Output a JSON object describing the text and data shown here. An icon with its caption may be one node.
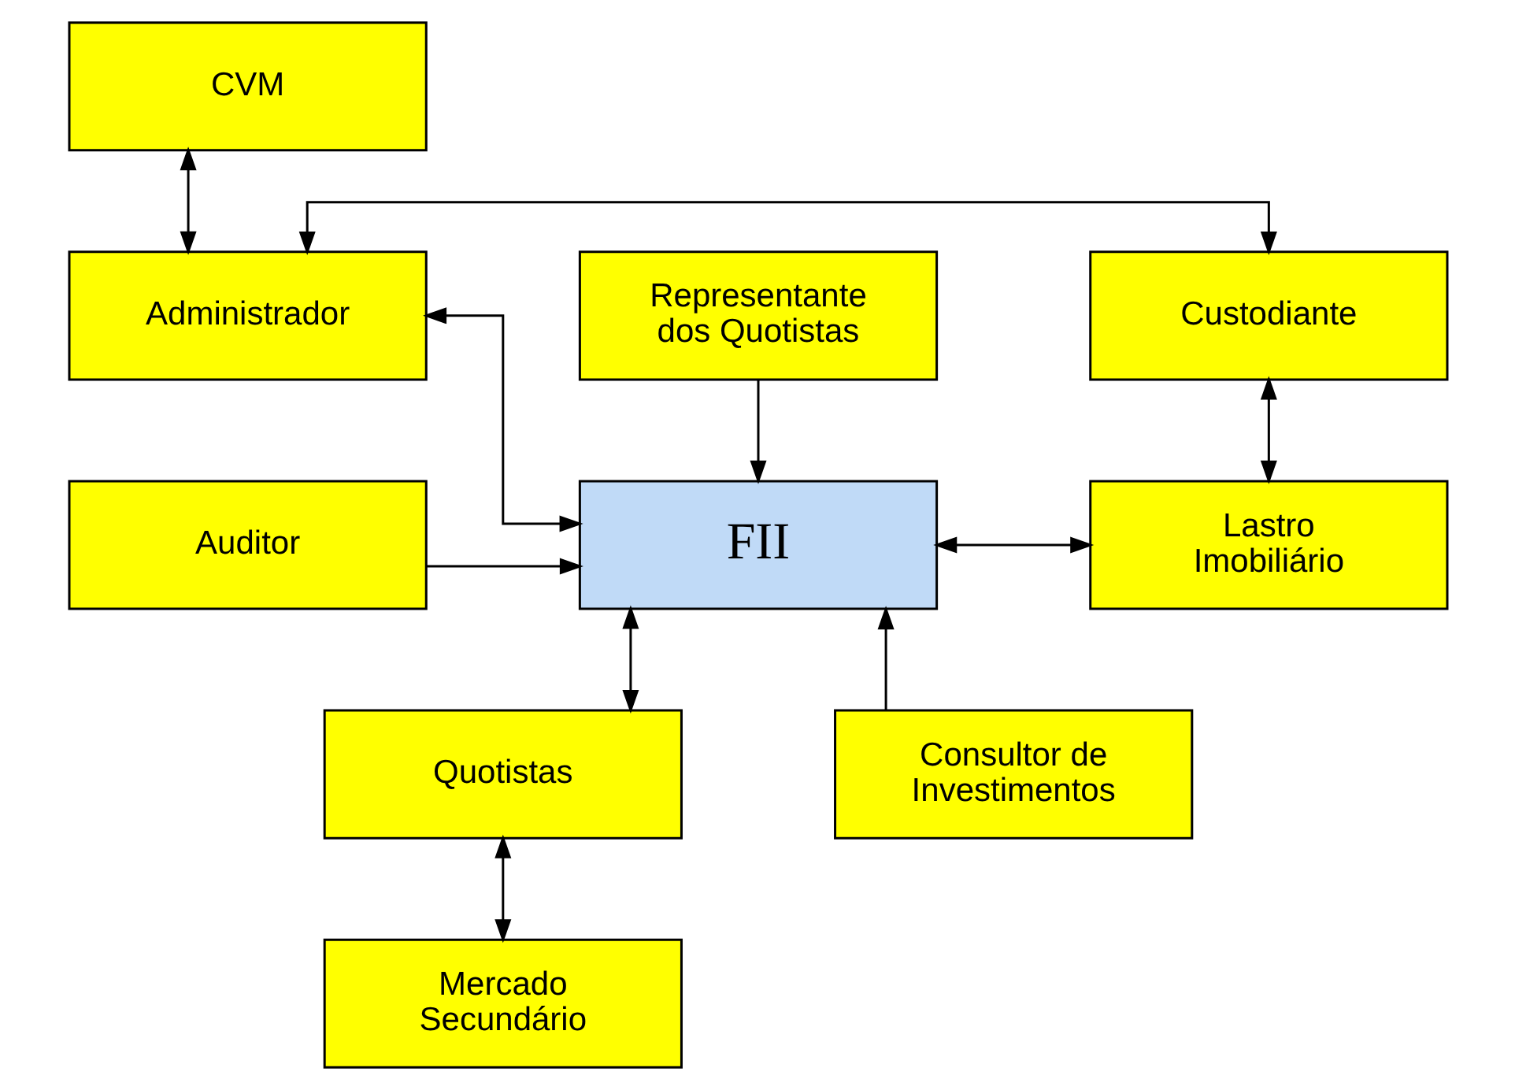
{
  "diagram": {
    "nodes": [
      {
        "text": [
          "CVM"
        ]
      },
      {
        "text": [
          "Representante dos Quotistas"
        ]
      },
      {
        "text": [
          "Administrador"
        ]
      },
      {
        "text": [
          "Custodiante"
        ]
      },
      {
        "text": [
          "Auditor"
        ]
      },
      {
        "text": [
          "FII"
        ]
      },
      {
        "text": [
          "Lastro Imobiliário"
        ]
      },
      {
        "text": [
          "Consultor de Investimentos"
        ]
      },
      {
        "text": [
          "Quotistas"
        ]
      },
      {
        "text": [
          "Mercado Secundário"
        ]
      }
    ],
    "edges": [
      {
        "from": 0,
        "to": 2,
        "arrow": "both"
      },
      {
        "from": 2,
        "to": 3,
        "arrow": "both"
      },
      {
        "from": 2,
        "to": 5,
        "arrow": "both"
      },
      {
        "from": 3,
        "to": 6,
        "arrow": "both"
      },
      {
        "from": 1,
        "to": 5,
        "arrow": "to"
      },
      {
        "from": 4,
        "to": 5,
        "arrow": "to"
      },
      {
        "from": 5,
        "to": 6,
        "arrow": "both"
      },
      {
        "from": 7,
        "to": 5,
        "arrow": "to"
      },
      {
        "from": 5,
        "to": 8,
        "arrow": "both"
      },
      {
        "from": 8,
        "to": 9,
        "arrow": "both"
      }
    ]
  }
}
